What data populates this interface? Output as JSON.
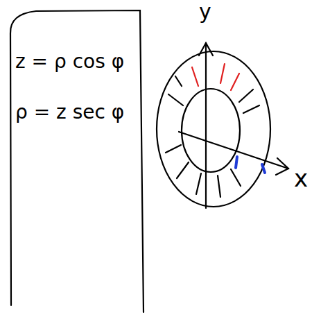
{
  "diagram": {
    "nodes": [
      {
        "text": [
          "z = ρ cos φ",
          "ρ = z sec φ"
        ]
      }
    ],
    "labels": [
      "y",
      "x"
    ]
  }
}
